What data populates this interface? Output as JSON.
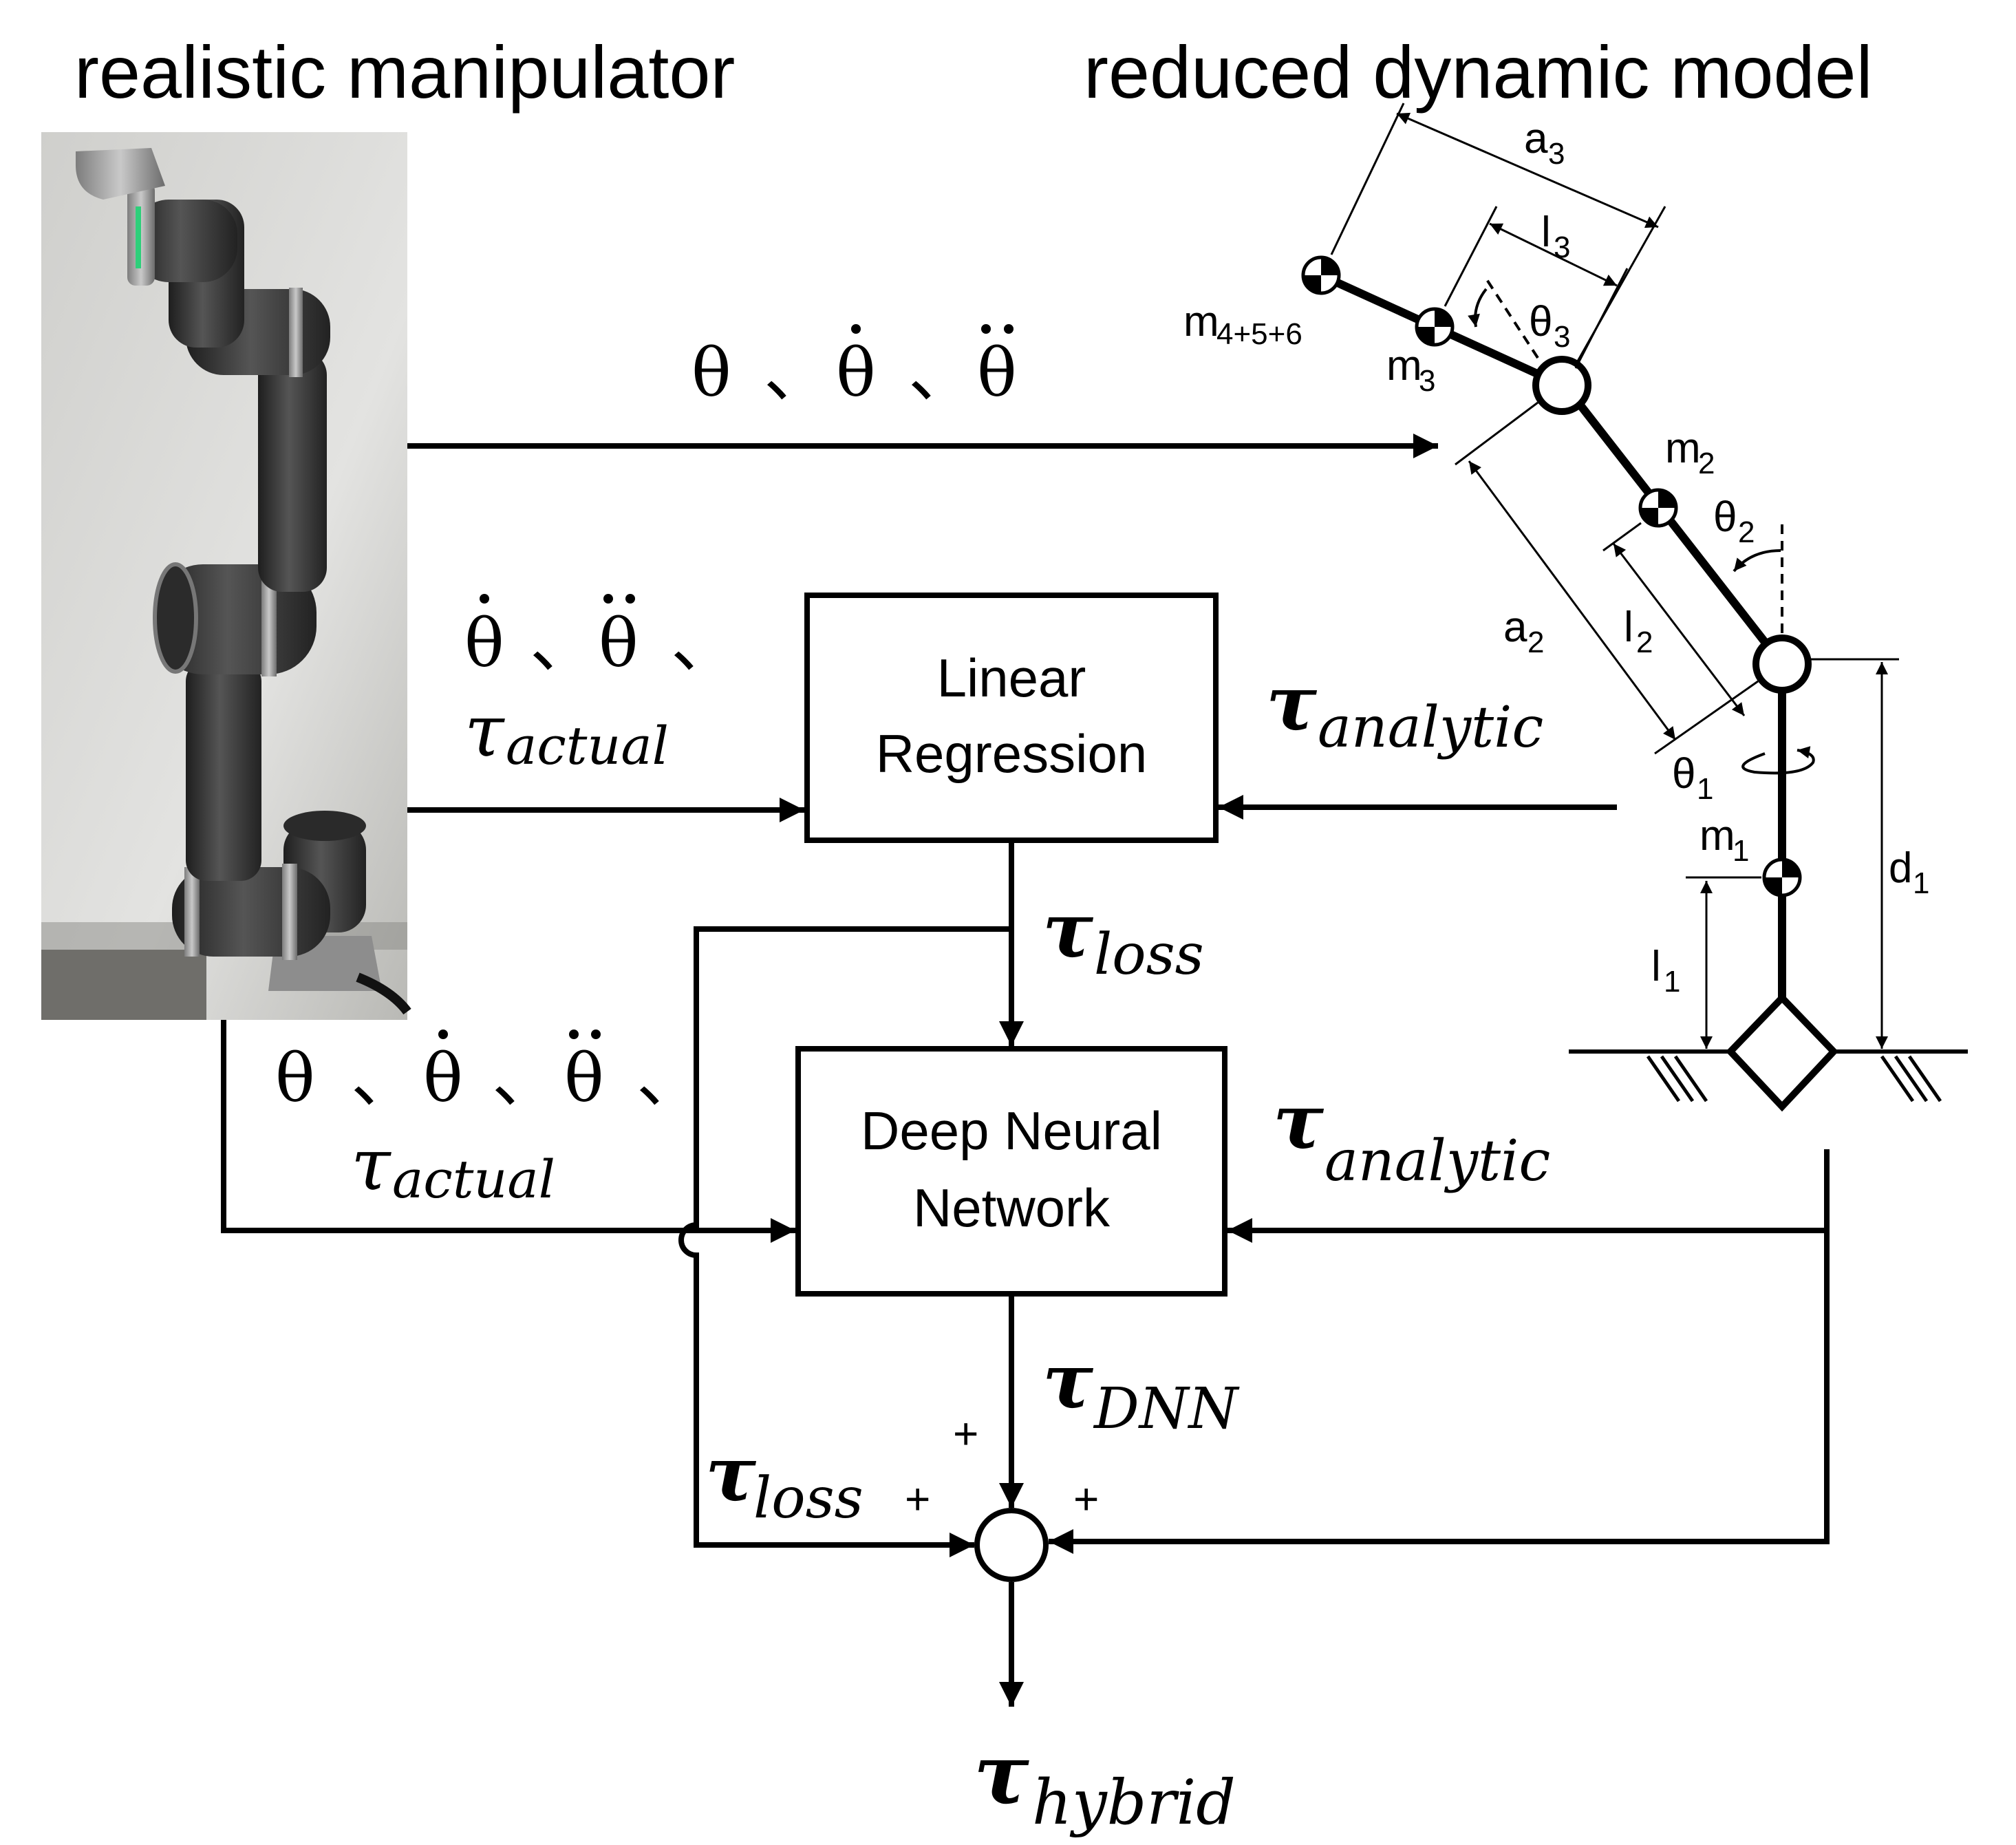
{
  "titles": {
    "left": "realistic manipulator",
    "right": "reduced dynamic model"
  },
  "blocks": {
    "linear_regression": [
      "Linear",
      "Regression"
    ],
    "dnn": [
      "Deep Neural",
      "Network"
    ]
  },
  "signals": {
    "top_inputs": {
      "theta": "θ",
      "sep": "、"
    },
    "torques": {
      "tau": "τ",
      "actual": "actual",
      "analytic": "analytic",
      "loss": "loss",
      "dnn": "DNN",
      "hybrid": "hybrid"
    }
  },
  "signs": {
    "plus": "+"
  },
  "model_labels": {
    "a3": {
      "base": "a",
      "sub": "3"
    },
    "l3": {
      "base": "l",
      "sub": "3"
    },
    "theta3": {
      "base": "θ",
      "sub": "3"
    },
    "m456": {
      "base": "m",
      "sub": "4+5+6"
    },
    "m3": {
      "base": "m",
      "sub": "3"
    },
    "m2": {
      "base": "m",
      "sub": "2"
    },
    "theta2": {
      "base": "θ",
      "sub": "2"
    },
    "a2": {
      "base": "a",
      "sub": "2"
    },
    "l2": {
      "base": "l",
      "sub": "2"
    },
    "theta1": {
      "base": "θ",
      "sub": "1"
    },
    "m1": {
      "base": "m",
      "sub": "1"
    },
    "d1": {
      "base": "d",
      "sub": "1"
    },
    "l1": {
      "base": "l",
      "sub": "1"
    }
  },
  "colors": {
    "line": "#000000",
    "background": "#ffffff",
    "robot_body": "#3a3a3a",
    "robot_metal": "#a9a9a9",
    "robot_led": "#2ecf7a",
    "photo_wall": "#d8d8d6"
  }
}
